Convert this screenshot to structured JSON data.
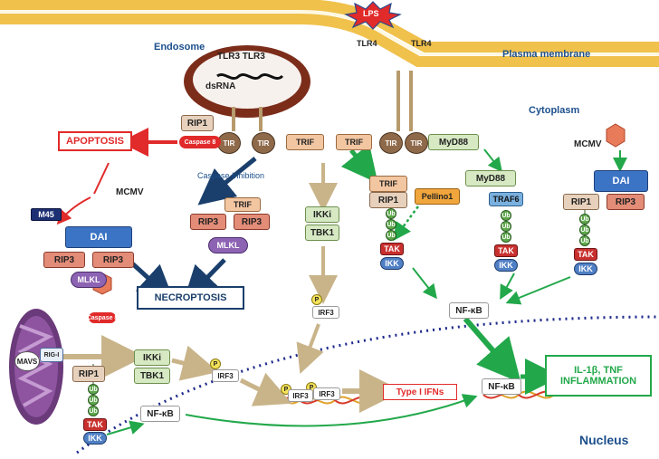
{
  "labels": {
    "endosome": "Endosome",
    "plasma_membrane": "Plasma    membrane",
    "cytoplasm": "Cytoplasm",
    "nucleus": "Nucleus",
    "lps": "LPS",
    "tlr4_left": "TLR4",
    "tlr4_right": "TLR4",
    "tlr3_pair": "TLR3 TLR3",
    "dsrna": "dsRNA",
    "tir": "TIR",
    "trif": "TRIF",
    "myd88": "MyD88",
    "rip1": "RIP1",
    "rip3": "RIP3",
    "caspase8": "Caspase 8",
    "apoptosis": "APOPTOSIS",
    "caspase_inhibition": "Caspase Inhibition",
    "mlkl": "MLKL",
    "necroptosis": "NECROPTOSIS",
    "mcmv": "MCMV",
    "m45": "M45",
    "dai": "DAI",
    "ikki": "IKKi",
    "tbk1": "TBK1",
    "p": "P",
    "irf3": "IRF3",
    "pellino1": "Pellino1",
    "ub": "Ub",
    "tak": "TAK",
    "ikk": "IKK",
    "traf6": "TRAF6",
    "nfkb": "NF-κB",
    "mavs": "MAVS",
    "rigi": "RIG-I",
    "type1_ifns": "Type I IFNs",
    "il1b_tnf": "IL-1β, TNF",
    "inflammation": "INFLAMMATION"
  },
  "colors": {
    "apoptosis": "#e12a2a",
    "necroptosis": "#1a3f6c",
    "inflammation": "#22a84a",
    "membrane_label": "#1c4f8c"
  },
  "icons": [
    "virus-icon",
    "dna-helix-icon",
    "mitochondrion-icon",
    "endosome-icon"
  ]
}
